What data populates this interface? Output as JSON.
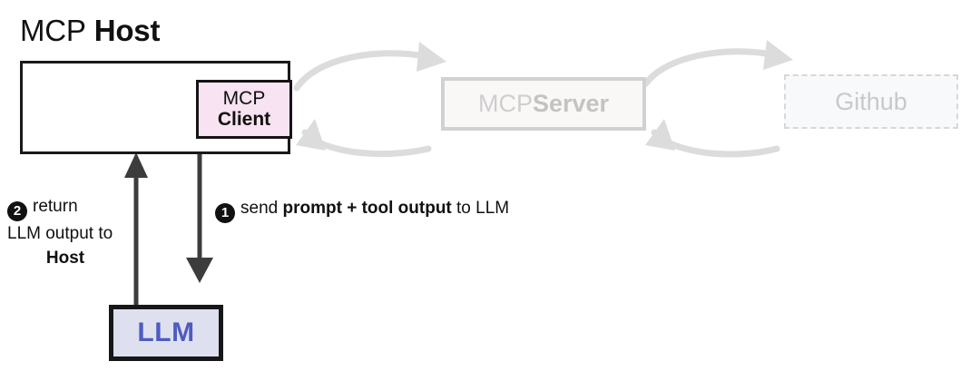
{
  "diagram": {
    "title_prefix": "MCP",
    "title_bold": "Host"
  },
  "host": {
    "name": "MCP Host"
  },
  "client": {
    "line1": "MCP",
    "line2": "Client"
  },
  "server": {
    "prefix": "MCP ",
    "bold": "Server"
  },
  "github": {
    "label": "Github"
  },
  "llm": {
    "label": "LLM"
  },
  "steps": [
    {
      "number": "1",
      "parts": [
        {
          "text": "send ",
          "bold": false
        },
        {
          "text": "prompt + tool output",
          "bold": true
        },
        {
          "text": " to LLM",
          "bold": false
        }
      ],
      "plain": "send prompt + tool output to LLM"
    },
    {
      "number": "2",
      "line1": "return",
      "line2": "LLM output to",
      "line3": "Host",
      "plain": "return LLM output to Host"
    }
  ],
  "colors": {
    "client_fill": "#f7e3f1",
    "llm_fill": "#dee0ef",
    "llm_text": "#4e5bbf",
    "faded_stroke": "#d2d0d0",
    "arrow_black": "#3c3c3c",
    "arrow_grey": "#d8d8d8",
    "ink": "#111111"
  }
}
